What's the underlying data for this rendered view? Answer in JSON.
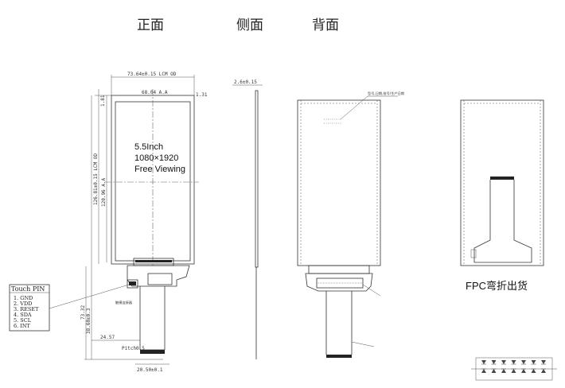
{
  "headers": {
    "front": "正面",
    "side": "侧面",
    "back": "背面"
  },
  "front_view": {
    "dim_lcm_width": "73.64±0.15 LCM OD",
    "dim_aa_width": "68.04 A.A",
    "dim_left_margin": "1.81",
    "dim_right_margin": "1.31",
    "dim_lcm_height": "120.96 A.A",
    "dim_lcm_od": "126.81±0.15 LCM OD",
    "dim_total": "73.32",
    "dim_fpc_offset": "24.57",
    "dim_fpc_len": "38.60±0.3",
    "dim_pitch": "Pitch0.5",
    "dim_fpc_width": "20.50±0.1",
    "spec_size": "5.5Inch",
    "spec_resolution": "1080×1920",
    "spec_viewing": "Free Viewing"
  },
  "side_view": {
    "dim_thickness": "2.6±0.15"
  },
  "back_view": {
    "label_note": "型号,日期,批号/生产日期"
  },
  "touch_pin": {
    "title": "Touch PIN",
    "pins": [
      "1. GND",
      "2. VDD",
      "3. RESET",
      "4. SDA",
      "5. SCL",
      "6. INT"
    ]
  },
  "fpc_bend": {
    "caption": "FPC弯折出货"
  }
}
